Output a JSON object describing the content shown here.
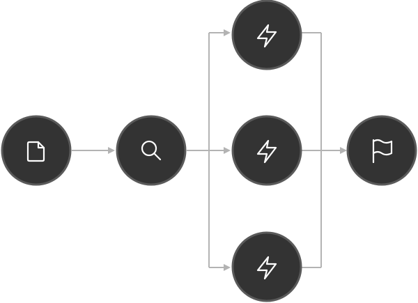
{
  "diagram": {
    "type": "flowchart",
    "colors": {
      "node_fill": "#333333",
      "node_border": "#5a5a5a",
      "connector": "#b3b3b3",
      "icon": "#ffffff"
    },
    "nodes": [
      {
        "id": "document",
        "icon": "document-icon"
      },
      {
        "id": "search",
        "icon": "search-icon"
      },
      {
        "id": "action-top",
        "icon": "lightning-bolt-icon"
      },
      {
        "id": "action-middle",
        "icon": "lightning-bolt-icon"
      },
      {
        "id": "action-bottom",
        "icon": "lightning-bolt-icon"
      },
      {
        "id": "finish",
        "icon": "flag-icon"
      }
    ],
    "edges": [
      {
        "from": "document",
        "to": "search"
      },
      {
        "from": "search",
        "to": "action-top"
      },
      {
        "from": "search",
        "to": "action-middle"
      },
      {
        "from": "search",
        "to": "action-bottom"
      },
      {
        "from": "action-top",
        "to": "finish"
      },
      {
        "from": "action-middle",
        "to": "finish"
      },
      {
        "from": "action-bottom",
        "to": "finish"
      }
    ]
  }
}
